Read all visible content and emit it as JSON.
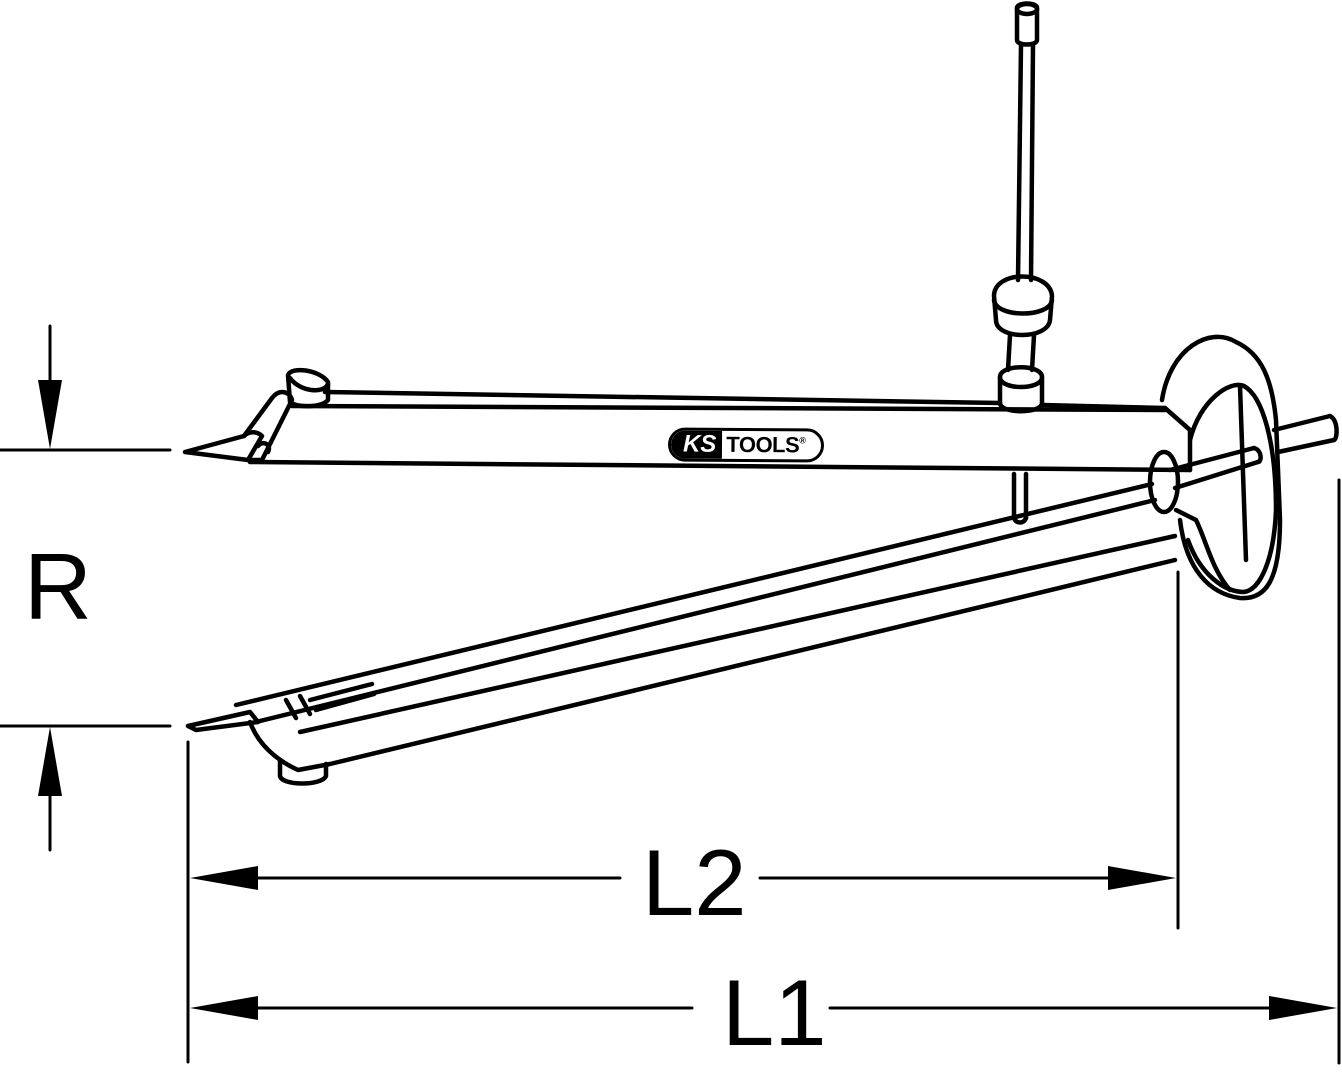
{
  "diagram": {
    "type": "technical-dimension-drawing",
    "subject": "beam compass / divider",
    "stroke_color": "#000000",
    "background_color": "#ffffff",
    "brand_logo": {
      "left_text": "KS",
      "right_text": "TOOLS",
      "registered_mark": "®"
    },
    "dimensions": {
      "radius": {
        "label": "R",
        "orientation": "vertical"
      },
      "length_2": {
        "label": "L2",
        "orientation": "horizontal"
      },
      "length_1": {
        "label": "L1",
        "orientation": "horizontal"
      }
    },
    "parts": [
      "upper-arm",
      "lower-arm",
      "upper-needle-point",
      "lower-needle-point",
      "adjustment-knob",
      "top-handle-rod",
      "pivot-wheel",
      "axle-rod",
      "logo-plate"
    ]
  }
}
